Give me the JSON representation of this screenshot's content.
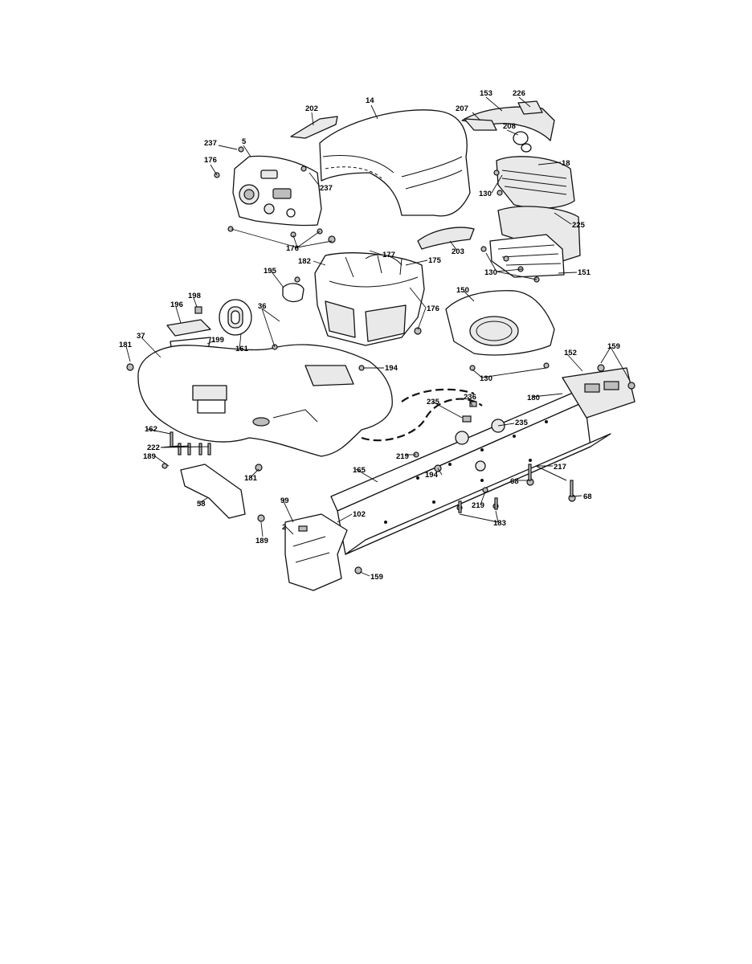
{
  "callouts": [
    "14",
    "202",
    "153",
    "226",
    "207",
    "208",
    "237",
    "5",
    "176",
    "237",
    "18",
    "130",
    "225",
    "177",
    "175",
    "203",
    "182",
    "130",
    "151",
    "195",
    "176",
    "150",
    "198",
    "196",
    "36",
    "37",
    "181",
    "199",
    "161",
    "194",
    "130",
    "152",
    "159",
    "180",
    "235",
    "236",
    "235",
    "162",
    "222",
    "219",
    "194",
    "189",
    "165",
    "217",
    "68",
    "68",
    "181",
    "58",
    "99",
    "102",
    "219",
    "183",
    "2",
    "189",
    "159",
    "176"
  ]
}
